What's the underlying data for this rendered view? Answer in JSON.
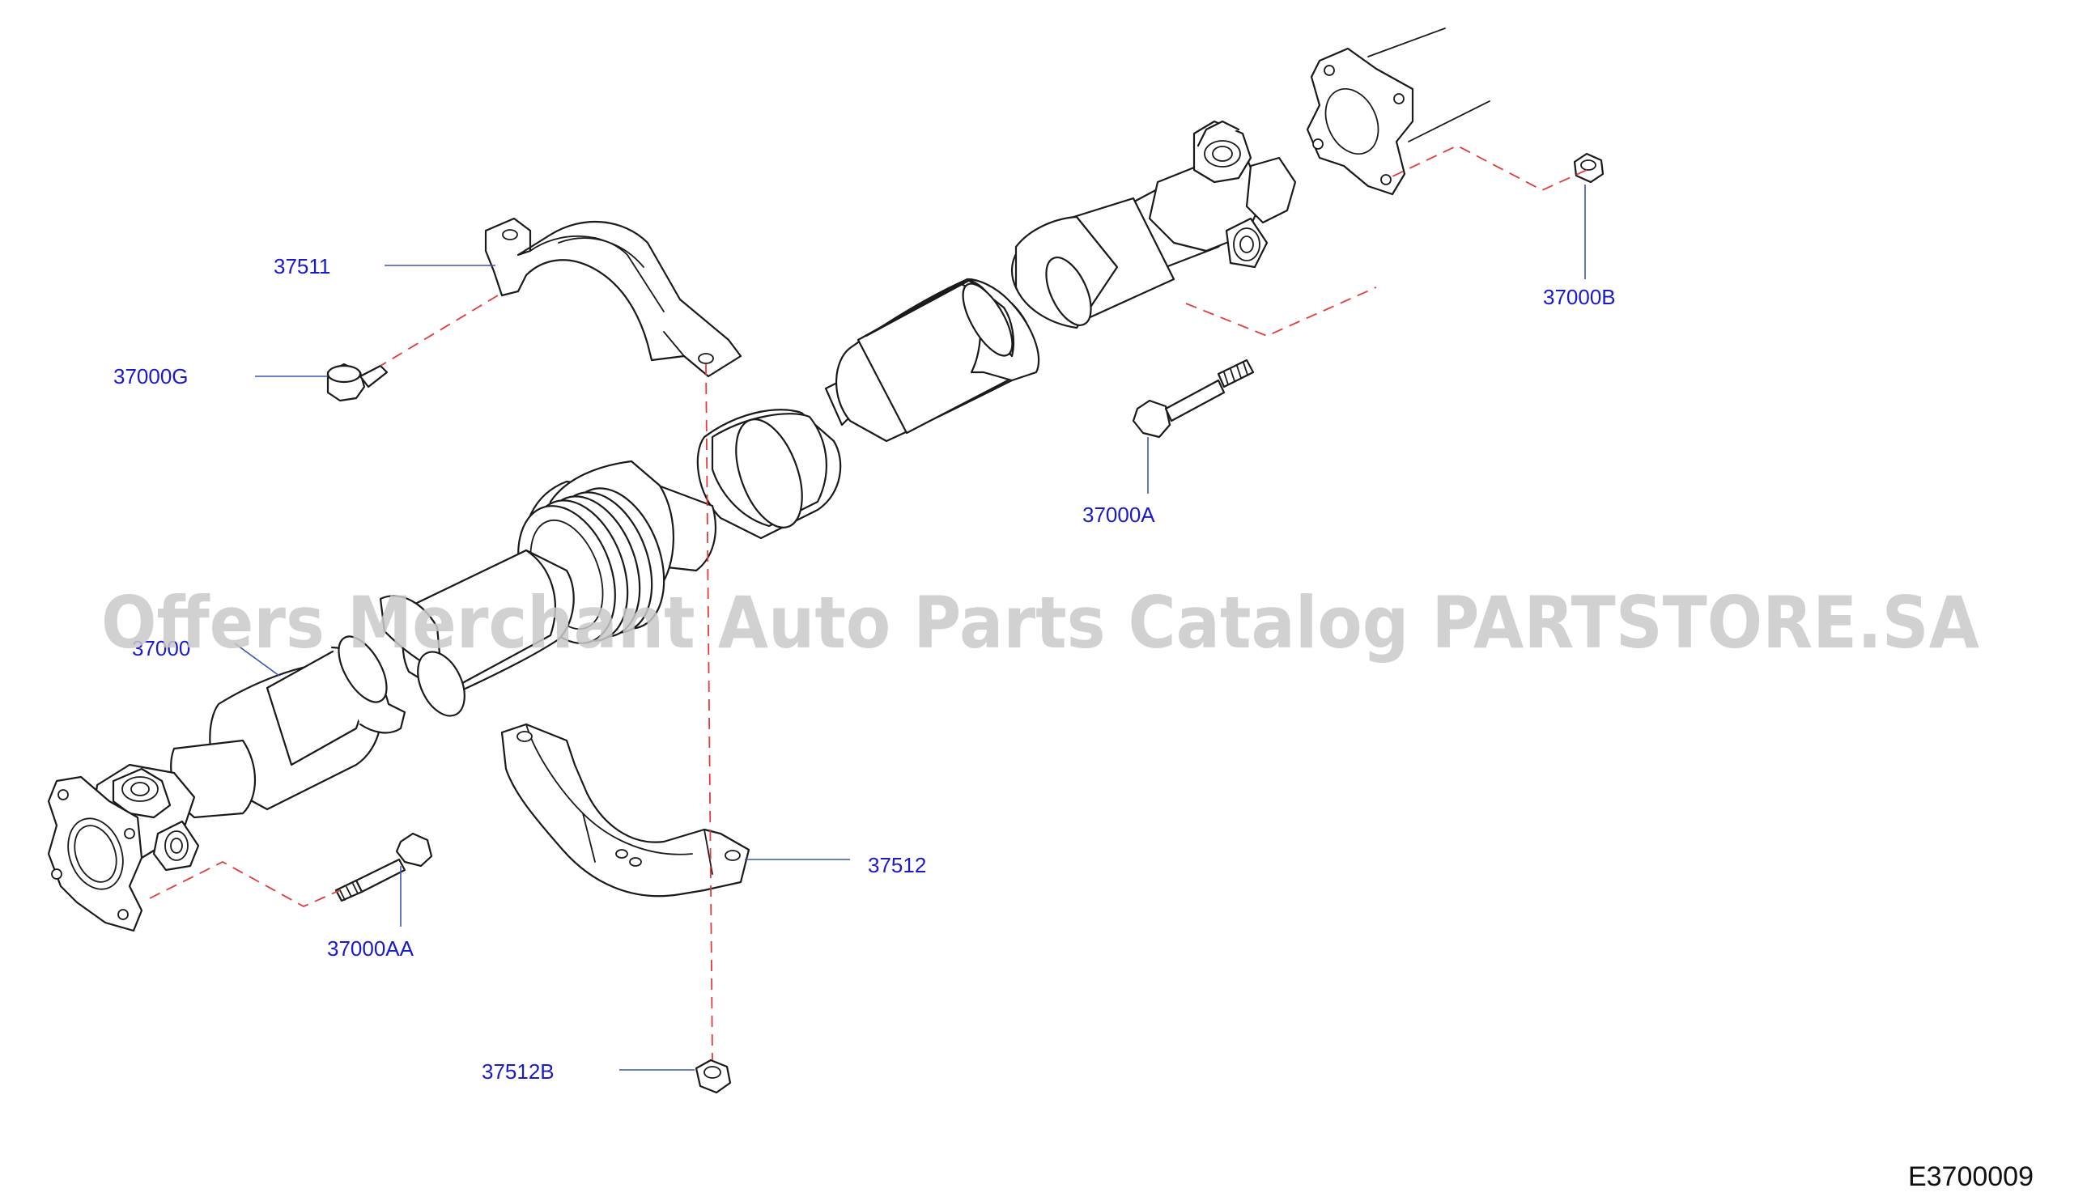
{
  "diagram": {
    "watermark": "Offers Merchant Auto Parts Catalog PARTSTORE.SA",
    "code": "E3700009",
    "colors": {
      "label": "#1a1acc",
      "leader": "#3a55b0",
      "dash": "#e23b3b",
      "line": "#1a1a1a"
    },
    "labels": {
      "p37511": "37511",
      "p37000g": "37000G",
      "p37000b": "37000B",
      "p37000a": "37000A",
      "p37000": "37000",
      "p37512": "37512",
      "p37000aa": "37000AA",
      "p37512b": "37512B"
    }
  }
}
